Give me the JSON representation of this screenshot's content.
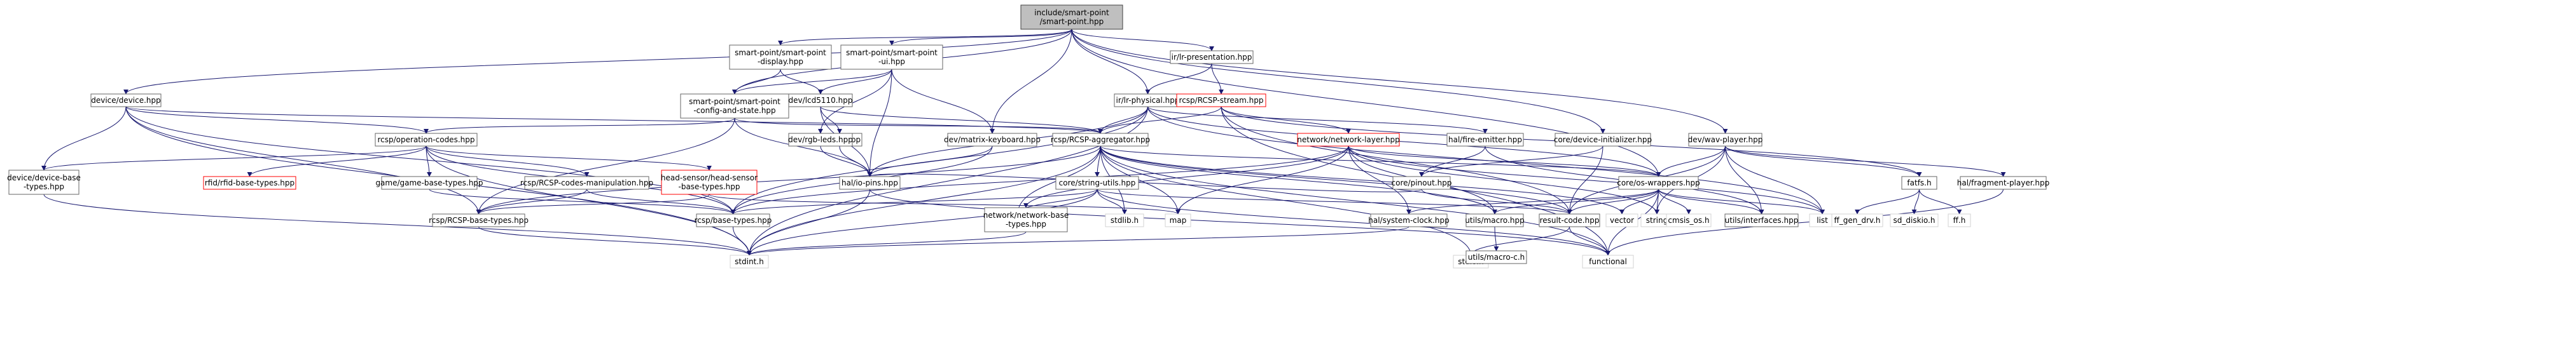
{
  "graph": {
    "kind": "include-dependency-graph",
    "colors": {
      "edge": "#191970",
      "node_border": "#666666",
      "node_fill": "#ffffff",
      "root_fill": "#bfbfbf",
      "root_border": "#404040",
      "missing_border": "#ff0000",
      "missing_text": "#ff0000",
      "external_border": "#d3d3d3"
    },
    "nodes": [
      {
        "id": "root",
        "label": "include/smart-point\n/smart-point.hpp",
        "style": "root"
      },
      {
        "id": "sp_display",
        "label": "smart-point/smart-point\n-display.hpp",
        "style": "normal"
      },
      {
        "id": "sp_ui",
        "label": "smart-point/smart-point\n-ui.hpp",
        "style": "normal"
      },
      {
        "id": "irlr_presentation",
        "label": "ir/lr-presentation.hpp",
        "style": "normal"
      },
      {
        "id": "device",
        "label": "device/device.hpp",
        "style": "normal"
      },
      {
        "id": "sp_config",
        "label": "smart-point/smart-point\n-config-and-state.hpp",
        "style": "normal"
      },
      {
        "id": "lcd5110",
        "label": "dev/lcd5110.hpp",
        "style": "normal"
      },
      {
        "id": "irlr_physical",
        "label": "ir/lr-physical.hpp",
        "style": "normal"
      },
      {
        "id": "rcsp_stream",
        "label": "rcsp/RCSP-stream.hpp",
        "style": "missing"
      },
      {
        "id": "core_device_init",
        "label": "core/device-initializer.hpp",
        "style": "normal"
      },
      {
        "id": "wav_player",
        "label": "dev/wav-player.hpp",
        "style": "normal"
      },
      {
        "id": "rcsp_opcodes",
        "label": "rcsp/operation-codes.hpp",
        "style": "normal"
      },
      {
        "id": "hal_spi",
        "label": "hal/spi.hpp",
        "style": "normal"
      },
      {
        "id": "rgb_leds",
        "label": "dev/rgb-leds.hpp",
        "style": "normal"
      },
      {
        "id": "matrix_kb",
        "label": "dev/matrix-keyboard.hpp",
        "style": "normal"
      },
      {
        "id": "rcsp_aggregator",
        "label": "rcsp/RCSP-aggregator.hpp",
        "style": "normal"
      },
      {
        "id": "net_layer",
        "label": "network/network-layer.hpp",
        "style": "missing"
      },
      {
        "id": "fire_emitter",
        "label": "hal/fire-emitter.hpp",
        "style": "normal"
      },
      {
        "id": "dev_base_types",
        "label": "device/device-base\n-types.hpp",
        "style": "normal"
      },
      {
        "id": "rfid_base",
        "label": "rfid/rfid-base-types.hpp",
        "style": "missing"
      },
      {
        "id": "game_base",
        "label": "game/game-base-types.hpp",
        "style": "normal"
      },
      {
        "id": "rcsp_codes_manip",
        "label": "rcsp/RCSP-codes-manipulation.hpp",
        "style": "normal"
      },
      {
        "id": "head_sensor",
        "label": "head-sensor/head-sensor\n-base-types.hpp",
        "style": "missing"
      },
      {
        "id": "hal_io_pins",
        "label": "hal/io-pins.hpp",
        "style": "normal"
      },
      {
        "id": "core_string_utils",
        "label": "core/string-utils.hpp",
        "style": "normal"
      },
      {
        "id": "core_pinout",
        "label": "core/pinout.hpp",
        "style": "normal"
      },
      {
        "id": "core_os_wrappers",
        "label": "core/os-wrappers.hpp",
        "style": "normal"
      },
      {
        "id": "fatfs",
        "label": "fatfs.h",
        "style": "normal"
      },
      {
        "id": "hal_fragment_player",
        "label": "hal/fragment-player.hpp",
        "style": "normal"
      },
      {
        "id": "rcsp_base_types",
        "label": "rcsp/RCSP-base-types.hpp",
        "style": "normal"
      },
      {
        "id": "rcsp_base",
        "label": "rcsp/base-types.hpp",
        "style": "normal"
      },
      {
        "id": "string_h",
        "label": "string.h",
        "style": "external"
      },
      {
        "id": "net_base_types",
        "label": "network/network-base\n-types.hpp",
        "style": "normal"
      },
      {
        "id": "stdlib_h",
        "label": "stdlib.h",
        "style": "external"
      },
      {
        "id": "map",
        "label": "map",
        "style": "external"
      },
      {
        "id": "hal_system_clock",
        "label": "hal/system-clock.hpp",
        "style": "normal"
      },
      {
        "id": "utils_macro",
        "label": "utils/macro.hpp",
        "style": "normal"
      },
      {
        "id": "result_code",
        "label": "result-code.hpp",
        "style": "normal"
      },
      {
        "id": "vector",
        "label": "vector",
        "style": "external"
      },
      {
        "id": "string",
        "label": "string",
        "style": "external"
      },
      {
        "id": "cmsis_os",
        "label": "cmsis_os.h",
        "style": "external"
      },
      {
        "id": "utils_interfaces",
        "label": "utils/interfaces.hpp",
        "style": "normal"
      },
      {
        "id": "list",
        "label": "list",
        "style": "external"
      },
      {
        "id": "ff_gen_drv",
        "label": "ff_gen_drv.h",
        "style": "external"
      },
      {
        "id": "sd_diskio",
        "label": "sd_diskio.h",
        "style": "external"
      },
      {
        "id": "ff_h",
        "label": "ff.h",
        "style": "external"
      },
      {
        "id": "stdint_h",
        "label": "stdint.h",
        "style": "external"
      },
      {
        "id": "stdio_h",
        "label": "stdio.h",
        "style": "external"
      },
      {
        "id": "functional",
        "label": "functional",
        "style": "external"
      },
      {
        "id": "utils_macro_c",
        "label": "utils/macro-c.h",
        "style": "normal"
      }
    ],
    "edges": [
      [
        "root",
        "sp_display"
      ],
      [
        "root",
        "sp_ui"
      ],
      [
        "root",
        "irlr_presentation"
      ],
      [
        "root",
        "device"
      ],
      [
        "root",
        "sp_config"
      ],
      [
        "root",
        "irlr_physical"
      ],
      [
        "root",
        "matrix_kb"
      ],
      [
        "root",
        "core_device_init"
      ],
      [
        "root",
        "wav_player"
      ],
      [
        "root",
        "core_os_wrappers"
      ],
      [
        "sp_display",
        "sp_config"
      ],
      [
        "sp_display",
        "lcd5110"
      ],
      [
        "sp_ui",
        "sp_config"
      ],
      [
        "sp_ui",
        "lcd5110"
      ],
      [
        "sp_ui",
        "rgb_leds"
      ],
      [
        "sp_ui",
        "matrix_kb"
      ],
      [
        "sp_ui",
        "hal_io_pins"
      ],
      [
        "irlr_presentation",
        "irlr_physical"
      ],
      [
        "irlr_presentation",
        "rcsp_stream"
      ],
      [
        "device",
        "rcsp_opcodes"
      ],
      [
        "device",
        "dev_base_types"
      ],
      [
        "device",
        "rcsp_aggregator"
      ],
      [
        "device",
        "rcsp_base_types"
      ],
      [
        "device",
        "rcsp_base"
      ],
      [
        "device",
        "stdint_h"
      ],
      [
        "sp_config",
        "rcsp_opcodes"
      ],
      [
        "sp_config",
        "rcsp_aggregator"
      ],
      [
        "sp_config",
        "hal_io_pins"
      ],
      [
        "sp_config",
        "rcsp_base_types"
      ],
      [
        "lcd5110",
        "hal_spi"
      ],
      [
        "lcd5110",
        "hal_io_pins"
      ],
      [
        "lcd5110",
        "rcsp_aggregator"
      ],
      [
        "irlr_physical",
        "rcsp_aggregator"
      ],
      [
        "irlr_physical",
        "fire_emitter"
      ],
      [
        "irlr_physical",
        "hal_io_pins"
      ],
      [
        "irlr_physical",
        "stdint_h"
      ],
      [
        "irlr_physical",
        "rcsp_base"
      ],
      [
        "irlr_physical",
        "core_os_wrappers"
      ],
      [
        "irlr_physical",
        "list"
      ],
      [
        "rcsp_stream",
        "rcsp_aggregator"
      ],
      [
        "rcsp_stream",
        "net_layer"
      ],
      [
        "rcsp_stream",
        "result_code"
      ],
      [
        "rcsp_stream",
        "fatfs"
      ],
      [
        "rcsp_stream",
        "functional"
      ],
      [
        "core_device_init",
        "core_pinout"
      ],
      [
        "core_device_init",
        "result_code"
      ],
      [
        "wav_player",
        "core_os_wrappers"
      ],
      [
        "wav_player",
        "fatfs"
      ],
      [
        "wav_player",
        "hal_fragment_player"
      ],
      [
        "wav_player",
        "result_code"
      ],
      [
        "wav_player",
        "utils_interfaces"
      ],
      [
        "wav_player",
        "list"
      ],
      [
        "wav_player",
        "string"
      ],
      [
        "rcsp_opcodes",
        "dev_base_types"
      ],
      [
        "rcsp_opcodes",
        "rfid_base"
      ],
      [
        "rcsp_opcodes",
        "game_base"
      ],
      [
        "rcsp_opcodes",
        "rcsp_codes_manip"
      ],
      [
        "rcsp_opcodes",
        "head_sensor"
      ],
      [
        "rcsp_opcodes",
        "rcsp_base"
      ],
      [
        "rcsp_opcodes",
        "stdint_h"
      ],
      [
        "hal_spi",
        "hal_io_pins"
      ],
      [
        "rgb_leds",
        "hal_io_pins"
      ],
      [
        "matrix_kb",
        "hal_io_pins"
      ],
      [
        "matrix_kb",
        "rcsp_base"
      ],
      [
        "rcsp_aggregator",
        "rcsp_base_types"
      ],
      [
        "rcsp_aggregator",
        "core_string_utils"
      ],
      [
        "rcsp_aggregator",
        "string_h"
      ],
      [
        "rcsp_aggregator",
        "stdlib_h"
      ],
      [
        "rcsp_aggregator",
        "map"
      ],
      [
        "rcsp_aggregator",
        "utils_macro"
      ],
      [
        "rcsp_aggregator",
        "result_code"
      ],
      [
        "rcsp_aggregator",
        "vector"
      ],
      [
        "rcsp_aggregator",
        "stdint_h"
      ],
      [
        "rcsp_aggregator",
        "stdio_h"
      ],
      [
        "rcsp_aggregator",
        "functional"
      ],
      [
        "rcsp_aggregator",
        "core_os_wrappers"
      ],
      [
        "net_layer",
        "net_base_types"
      ],
      [
        "net_layer",
        "hal_system_clock"
      ],
      [
        "net_layer",
        "utils_macro"
      ],
      [
        "net_layer",
        "core_os_wrappers"
      ],
      [
        "net_layer",
        "map"
      ],
      [
        "net_layer",
        "list"
      ],
      [
        "net_layer",
        "string"
      ],
      [
        "net_layer",
        "rcsp_base"
      ],
      [
        "fire_emitter",
        "core_pinout"
      ],
      [
        "fire_emitter",
        "utils_interfaces"
      ],
      [
        "dev_base_types",
        "stdint_h"
      ],
      [
        "game_base",
        "rcsp_base"
      ],
      [
        "rcsp_codes_manip",
        "rcsp_base_types"
      ],
      [
        "rcsp_codes_manip",
        "rcsp_base"
      ],
      [
        "head_sensor",
        "rcsp_base_types"
      ],
      [
        "head_sensor",
        "map"
      ],
      [
        "hal_io_pins",
        "stdint_h"
      ],
      [
        "hal_io_pins",
        "functional"
      ],
      [
        "core_string_utils",
        "string_h"
      ],
      [
        "core_string_utils",
        "stdint_h"
      ],
      [
        "core_string_utils",
        "stdlib_h"
      ],
      [
        "core_string_utils",
        "functional"
      ],
      [
        "core_string_utils",
        "result_code"
      ],
      [
        "core_string_utils",
        "rcsp_base"
      ],
      [
        "core_pinout",
        "hal_io_pins"
      ],
      [
        "core_pinout",
        "result_code"
      ],
      [
        "core_os_wrappers",
        "cmsis_os"
      ],
      [
        "core_os_wrappers",
        "utils_interfaces"
      ],
      [
        "core_os_wrappers",
        "list"
      ],
      [
        "core_os_wrappers",
        "functional"
      ],
      [
        "core_os_wrappers",
        "hal_system_clock"
      ],
      [
        "core_os_wrappers",
        "result_code"
      ],
      [
        "core_os_wrappers",
        "utils_macro"
      ],
      [
        "core_os_wrappers",
        "vector"
      ],
      [
        "core_os_wrappers",
        "string"
      ],
      [
        "fatfs",
        "ff_gen_drv"
      ],
      [
        "fatfs",
        "sd_diskio"
      ],
      [
        "fatfs",
        "ff_h"
      ],
      [
        "hal_fragment_player",
        "functional"
      ],
      [
        "rcsp_base_types",
        "stdint_h"
      ],
      [
        "rcsp_base",
        "stdint_h"
      ],
      [
        "net_base_types",
        "stdint_h"
      ],
      [
        "hal_system_clock",
        "stdint_h"
      ],
      [
        "utils_macro",
        "utils_macro_c"
      ],
      [
        "result_code",
        "stdio_h"
      ],
      [
        "result_code",
        "functional"
      ]
    ]
  }
}
